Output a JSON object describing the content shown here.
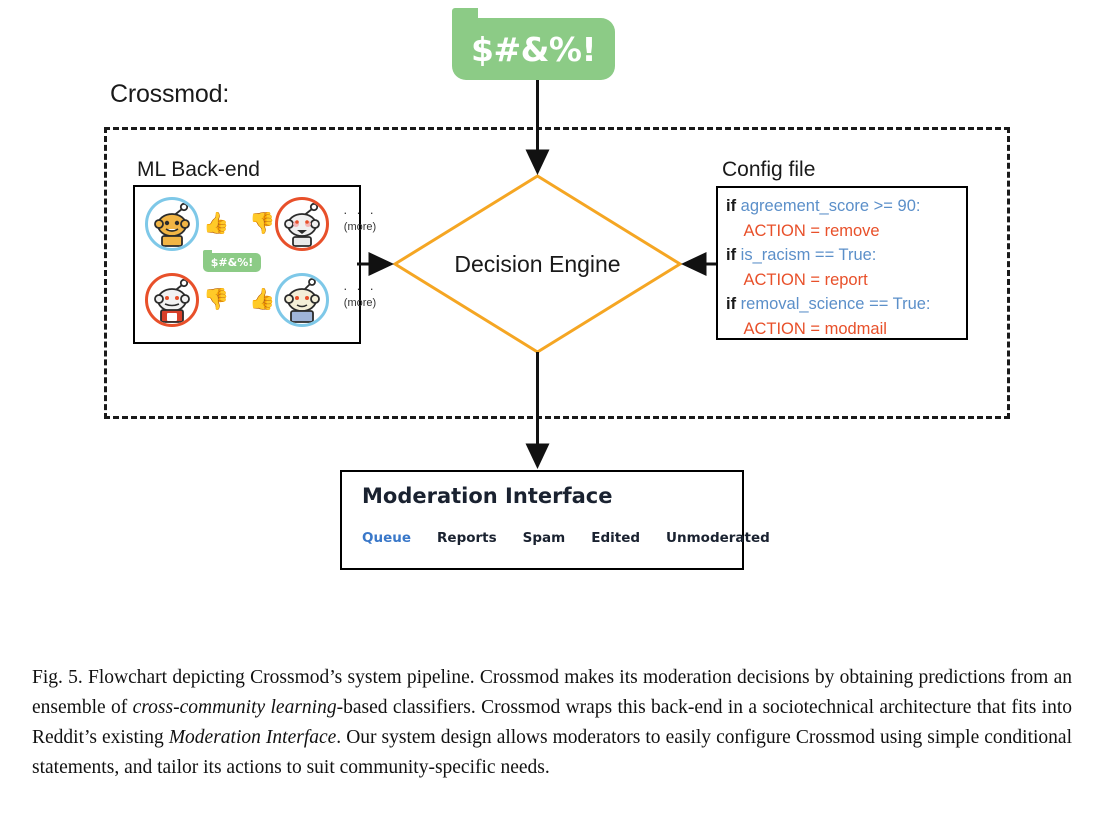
{
  "figure": {
    "speech_bubble": {
      "text": "$#&%!",
      "color": "#8ccb86"
    },
    "crossmod_label": "Crossmod:",
    "ml_backend": {
      "title": "ML Back-end",
      "avatars": [
        {
          "id": "avatar-1",
          "ring": "blue",
          "vote": "up",
          "vote_color": "#7ec8e8"
        },
        {
          "id": "avatar-2",
          "ring": "red",
          "vote": "down",
          "vote_color": "#e8502a"
        },
        {
          "id": "avatar-3",
          "ring": "red",
          "vote": "down",
          "vote_color": "#e8502a"
        },
        {
          "id": "avatar-4",
          "ring": "blue",
          "vote": "up",
          "vote_color": "#7ec8e8"
        }
      ],
      "more_dots": ". . .",
      "more_label": "(more)",
      "mini_bubble": "$#&%!"
    },
    "decision_engine": {
      "label": "Decision Engine",
      "outline_color": "#f5a623"
    },
    "config_file": {
      "title": "Config file",
      "lines": [
        {
          "indent": 0,
          "keyword": "if ",
          "variable": "agreement_score >= 90:",
          "action": ""
        },
        {
          "indent": 1,
          "keyword": "",
          "variable": "",
          "action": "ACTION = remove"
        },
        {
          "indent": 0,
          "keyword": "if ",
          "variable": "is_racism == True:",
          "action": ""
        },
        {
          "indent": 1,
          "keyword": "",
          "variable": "",
          "action": "ACTION = report"
        },
        {
          "indent": 0,
          "keyword": "if ",
          "variable": "removal_science == True:",
          "action": ""
        },
        {
          "indent": 1,
          "keyword": "",
          "variable": "",
          "action": "ACTION = modmail"
        }
      ],
      "variable_color": "#5b8fc9",
      "action_color": "#e8502a"
    },
    "moderation_interface": {
      "title": "Moderation Interface",
      "tabs": [
        {
          "label": "Queue",
          "active": true
        },
        {
          "label": "Reports",
          "active": false
        },
        {
          "label": "Spam",
          "active": false
        },
        {
          "label": "Edited",
          "active": false
        },
        {
          "label": "Unmoderated",
          "active": false
        }
      ],
      "active_color": "#3a78c9"
    }
  },
  "caption": {
    "part1": "Fig. 5. Flowchart depicting Crossmod’s system pipeline. Crossmod makes its moderation decisions by obtaining predictions from an ensemble of ",
    "em1": "cross-community learning",
    "part2": "-based classifiers. Crossmod wraps this back-end in a sociotechnical architecture that fits into Reddit’s existing ",
    "em2": "Moderation Interface",
    "part3": ". Our system design allows moderators to easily configure Crossmod using simple conditional statements, and tailor its actions to suit community-specific needs."
  }
}
